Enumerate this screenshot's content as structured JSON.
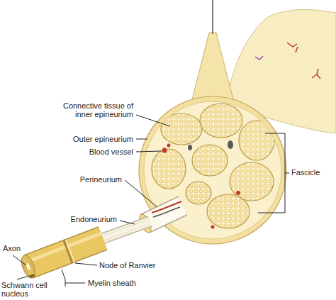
{
  "diagram": {
    "labels": [
      "Connective tissue of inner epineurium",
      "Outer epineurium",
      "Blood vessel",
      "Perineurium",
      "Fascicle",
      "Endoneurium",
      "Axon",
      "Node of Ranvier",
      "Schwann cell nucleus",
      "Myelin sheath"
    ]
  }
}
